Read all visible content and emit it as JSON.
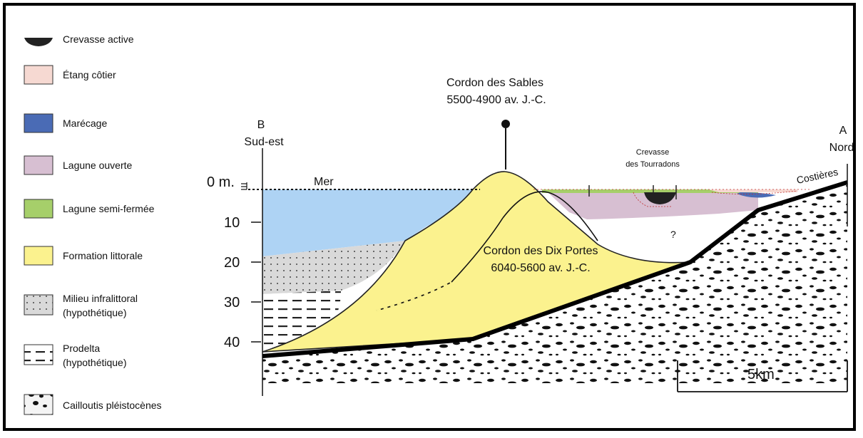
{
  "legend": [
    {
      "label": "Crevasse active",
      "swatch": "crevasse"
    },
    {
      "label": "Étang côtier",
      "swatch": "#f6d9d2"
    },
    {
      "label": "Marécage",
      "swatch": "#4a6bb5"
    },
    {
      "label": "Lagune ouverte",
      "swatch": "#d7bfd2"
    },
    {
      "label": "Lagune semi-fermée",
      "swatch": "#a6cf6a"
    },
    {
      "label": "Formation littorale",
      "swatch": "#fbf28e"
    },
    {
      "label": "Milieu infralittoral",
      "sub": "(hypothétique)",
      "swatch": "dotted"
    },
    {
      "label": "Prodelta",
      "sub": "(hypothétique)",
      "swatch": "dashed"
    },
    {
      "label": "Cailloutis pléistocènes",
      "swatch": "gravel"
    }
  ],
  "section": {
    "left_end": {
      "letter": "B",
      "name": "Sud-est"
    },
    "right_end": {
      "letter": "A",
      "name": "Nord"
    },
    "depth_ticks": [
      "0 m.",
      "10",
      "20",
      "30",
      "40"
    ],
    "sea_label": "Mer",
    "costieres_label": "Costières",
    "question_mark": "?",
    "scale_label": "5km",
    "cordon_sables": {
      "name": "Cordon des Sables",
      "date": "5500-4900 av. J.-C."
    },
    "cordon_dix_portes": {
      "name": "Cordon des Dix Portes",
      "date": "6040-5600 av. J.-C."
    },
    "crevasse_tourradons": {
      "line1": "Crevasse",
      "line2": "des Tourradons"
    }
  },
  "colors": {
    "sea": "#aed3f4",
    "littoral": "#fbf28e",
    "lagune_ouverte": "#d7bfd2",
    "lagune_semi_fermee": "#a6cf6a",
    "marecage": "#4a6bb5",
    "etang": "#f6d9d2",
    "infralittoral": "#d9d9d9"
  }
}
